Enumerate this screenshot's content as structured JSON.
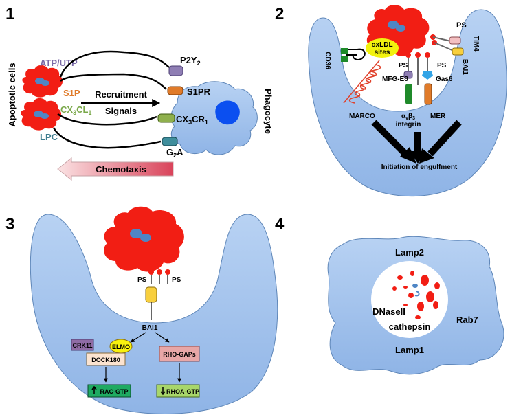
{
  "colors": {
    "cell_fill": "#a9c6ee",
    "cell_stroke": "#5e86b8",
    "apoptotic": "#f21e14",
    "nucleus": "#4f86c5",
    "arrow_gradient_end": "#d9435a",
    "bar_black": "#000000"
  },
  "panel1": {
    "number": "1",
    "apoptotic_cells": "Apoptotic cells",
    "atp_utp": "ATP/UTP",
    "s1p": "S1P",
    "cx3cl1_base": "CX",
    "cx3cl1_sub1": "3",
    "cx3cl1_mid": "CL",
    "cx3cl1_sub2": "1",
    "lpc": "LPC",
    "recruitment_1": "Recruitment",
    "recruitment_2": "Signals",
    "p2y2_base": "P2Y",
    "p2y2_sub": "2",
    "s1pr": "S1PR",
    "cx3cr1_base": "CX",
    "cx3cr1_sub1": "3",
    "cx3cr1_mid": "CR",
    "cx3cr1_sub2": "1",
    "g2a_base": "G",
    "g2a_sub": "2",
    "g2a_end": "A",
    "phagocyte": "Phagocyte",
    "chemotaxis": "Chemotaxis"
  },
  "panel2": {
    "number": "2",
    "ps_top": "PS",
    "tim4": "TIM4",
    "bai1": "BAI1",
    "oxldl_1": "oxLDL",
    "oxldl_2": "sites",
    "cd36": "CD36",
    "ps_left": "PS",
    "ps_right": "PS",
    "mfg_e8": "MFG-E8",
    "gas6": "Gas6",
    "marco": "MARCO",
    "integrin_alpha": "α",
    "integrin_sub_v": "v",
    "integrin_beta": "β",
    "integrin_sub_3": "3",
    "integrin_word": "integrin",
    "mer": "MER",
    "initiation": "Initiation of engulfment"
  },
  "panel3": {
    "number": "3",
    "ps_left": "PS",
    "ps_right": "PS",
    "bai1": "BAI1",
    "crk11": "CRK11",
    "elmo": "ELMO",
    "dock180": "DOCK180",
    "rho_gaps": "RHO-GAPs",
    "rac_gtp": "RAC-GTP",
    "rhoa_gtp": "RHOA-GTP"
  },
  "panel4": {
    "number": "4",
    "lamp2": "Lamp2",
    "rab7": "Rab7",
    "dnaseii": "DNaseII",
    "cathepsin": "cathepsin",
    "lamp1": "Lamp1"
  }
}
